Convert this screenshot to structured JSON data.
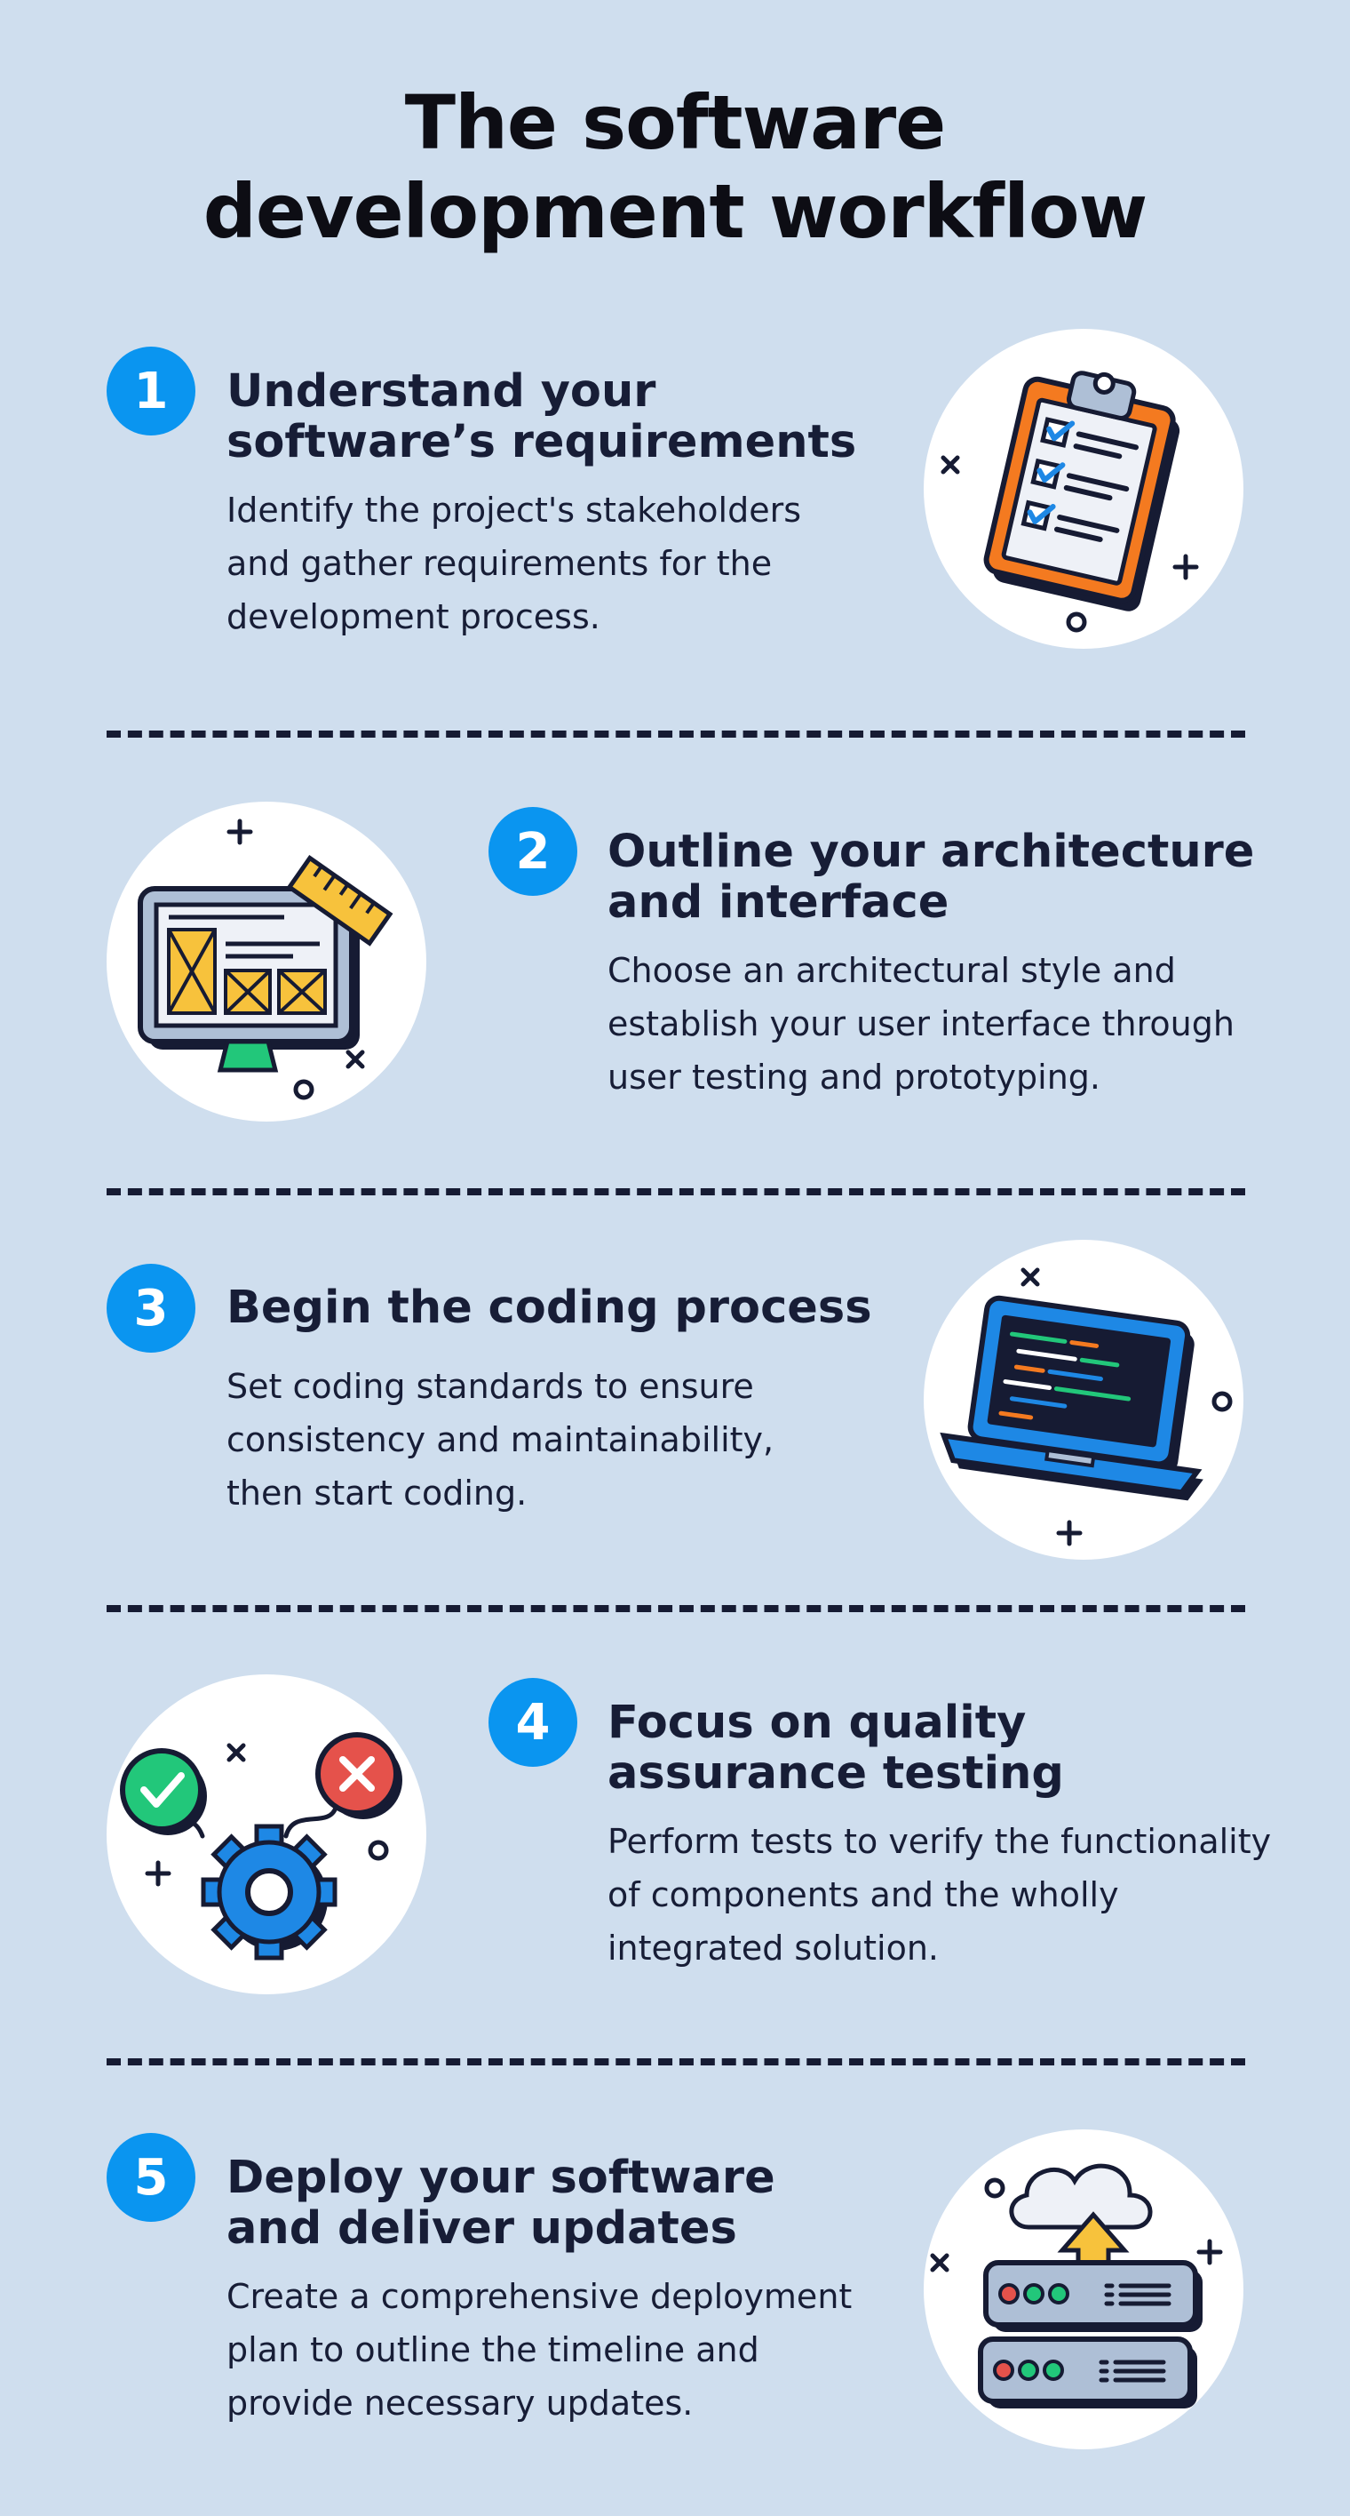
{
  "title": {
    "line1": "The software",
    "line2": "development workflow"
  },
  "steps": [
    {
      "number": "1",
      "heading_line1": "Understand your",
      "heading_line2": "software’s requirements",
      "body_lines": [
        "Identify the project's stakeholders",
        "and gather requirements for the",
        "development process."
      ],
      "icon": "clipboard-checklist-icon"
    },
    {
      "number": "2",
      "heading_line1": "Outline your architecture",
      "heading_line2": "and interface",
      "body_lines": [
        "Choose an architectural style and",
        "establish your user interface through",
        "user testing and prototyping."
      ],
      "icon": "wireframe-monitor-icon"
    },
    {
      "number": "3",
      "heading_line1": "Begin the coding process",
      "heading_line2": "",
      "body_lines": [
        "Set coding standards to ensure",
        "consistency and maintainability,",
        "then start coding."
      ],
      "icon": "laptop-code-icon"
    },
    {
      "number": "4",
      "heading_line1": "Focus on quality",
      "heading_line2": "assurance testing",
      "body_lines": [
        "Perform tests to verify the functionality",
        "of components and the wholly",
        "integrated solution."
      ],
      "icon": "gear-test-icon"
    },
    {
      "number": "5",
      "heading_line1": "Deploy your software",
      "heading_line2": "and deliver updates",
      "body_lines": [
        "Create a comprehensive deployment",
        "plan to outline the timeline and",
        "provide necessary updates."
      ],
      "icon": "server-cloud-upload-icon"
    }
  ],
  "colors": {
    "background": "#cfdeee",
    "badge": "#0a95f0",
    "text": "#171d36",
    "accent_orange": "#f47a20",
    "accent_yellow": "#f7c23c",
    "accent_green": "#22c77a",
    "accent_red": "#e5524b",
    "accent_blue": "#1e88e5"
  }
}
